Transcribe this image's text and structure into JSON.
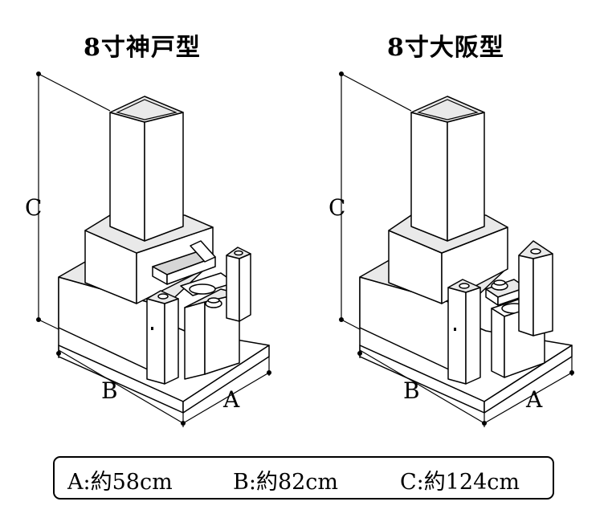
{
  "titles": {
    "left": "8寸神戸型",
    "right": "8寸大阪型"
  },
  "dimension_labels": {
    "a": "A",
    "b": "B",
    "c": "C"
  },
  "specs": {
    "a": "A:約58cm",
    "b": "B:約82cm",
    "c": "C:約124cm"
  }
}
